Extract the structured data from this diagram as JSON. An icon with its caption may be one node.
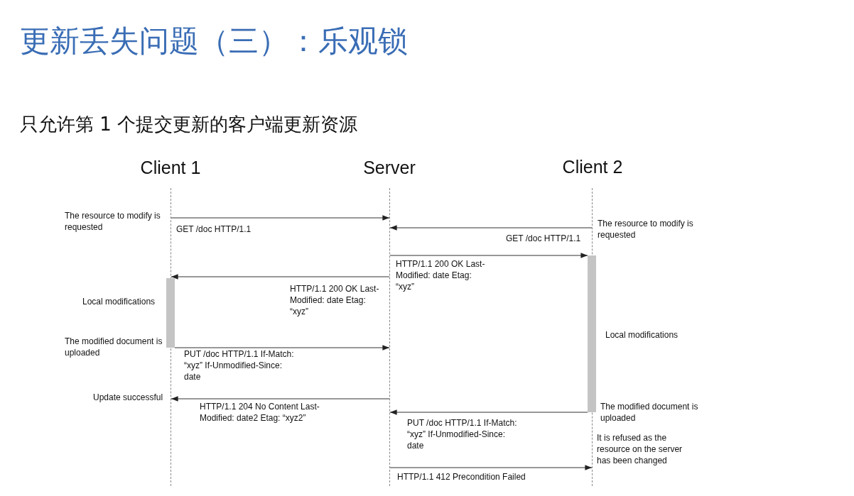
{
  "diagram": {
    "title": "更新丢失问题（三）：乐观锁",
    "nodes": [
      {
        "text": [
          "Client 1"
        ]
      },
      {
        "text": [
          "Server"
        ]
      },
      {
        "text": [
          "Client 2"
        ]
      },
      {
        "text": [],
        "shape": "line"
      },
      {
        "text": [],
        "shape": "line"
      },
      {
        "text": [],
        "shape": "line"
      },
      {
        "text": [],
        "shape": "bar"
      },
      {
        "text": [],
        "shape": "bar"
      }
    ],
    "edges": [
      {
        "from": 3,
        "to": 4,
        "arrow": "to",
        "label": "GET /doc HTTP/1.1"
      },
      {
        "from": 5,
        "to": 4,
        "arrow": "to",
        "label": "GET /doc HTTP/1.1"
      },
      {
        "from": 4,
        "to": 7,
        "arrow": "to",
        "label": "HTTP/1.1 200 OK Last-Modified: date Etag: “xyz”"
      },
      {
        "from": 4,
        "to": 3,
        "arrow": "to",
        "label": "HTTP/1.1 200 OK Last-Modified: date Etag: “xyz”"
      },
      {
        "from": 6,
        "to": 4,
        "arrow": "to",
        "label": "PUT /doc HTTP/1.1 If-Match: “xyz” If-Unmodified-Since: date"
      },
      {
        "from": 4,
        "to": 3,
        "arrow": "to",
        "label": "HTTP/1.1 204 No Content Last-Modified: date2 Etag: “xyz2”"
      },
      {
        "from": 7,
        "to": 4,
        "arrow": "to",
        "label": "PUT /doc HTTP/1.1 If-Match: “xyz” If-Unmodified-Since: date"
      },
      {
        "from": 4,
        "to": 5,
        "arrow": "to",
        "label": "HTTP/1.1 412 Precondition Failed"
      }
    ],
    "labels": [
      "只允许第 1 个提交更新的客户端更新资源",
      "The resource to modify is requested",
      "The resource to modify is requested",
      "Local modifications",
      "The modified document is uploaded",
      "Update successful",
      "Local modifications",
      "The modified document is uploaded",
      "It is refused as the resource on the server has been changed"
    ]
  }
}
